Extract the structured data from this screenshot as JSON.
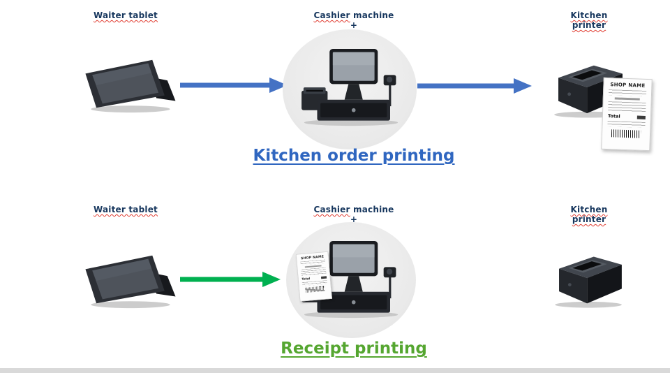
{
  "colors": {
    "label_text": "#17375e",
    "title_blue": "#2f66c0",
    "title_green": "#55a630",
    "arrow_blue": "#4472c4",
    "arrow_green": "#00b050",
    "spellcheck_underline": "#e03c31",
    "circle_background": "#eaeaea"
  },
  "flow_top": {
    "tablet_label": "Waiter tablet",
    "cashier_word1": "Cashier",
    "cashier_word2": "machine",
    "cashier_plus": "+",
    "cashier_printer": "printer",
    "kitchen_line1": "Kitchen",
    "kitchen_line2": "printer",
    "title": "Kitchen order printing"
  },
  "flow_bottom": {
    "tablet_label": "Waiter tablet",
    "cashier_word1": "Cashier",
    "cashier_word2": "machine",
    "cashier_plus": "+",
    "cashier_printer": "printer",
    "kitchen_line1": "Kitchen",
    "kitchen_line2": "printer",
    "title": "Receipt printing"
  },
  "receipt": {
    "shop_name": "SHOP NAME",
    "total_label": "Total"
  }
}
